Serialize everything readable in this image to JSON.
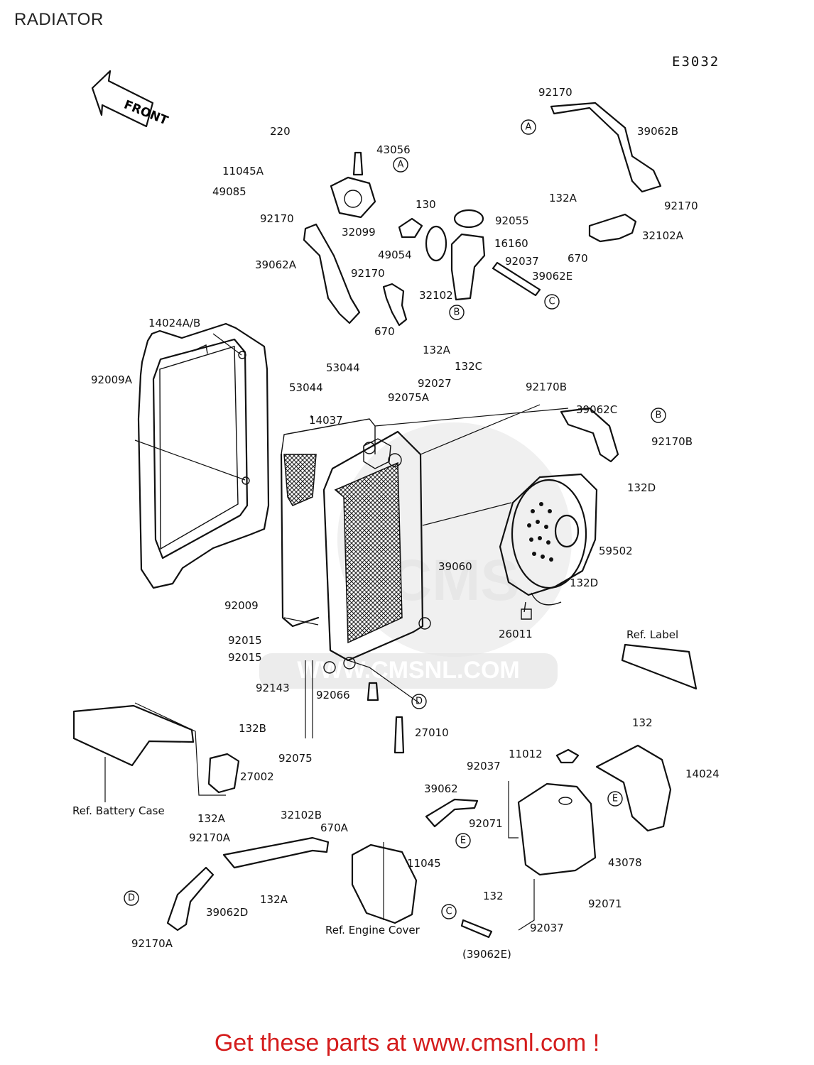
{
  "header": {
    "title": "RADIATOR",
    "code": "E3032",
    "front_label": "FRONT"
  },
  "watermark": {
    "text": "WWW.CMSNL.COM",
    "logo": "CMS"
  },
  "part_labels": [
    "92170",
    "39062B",
    "220",
    "43056",
    "11045A",
    "130",
    "92055",
    "49085",
    "132A",
    "92170",
    "92170",
    "32099",
    "49054",
    "16160",
    "32102A",
    "39062A",
    "92037",
    "670",
    "92170",
    "39062E",
    "32102",
    "670",
    "132A",
    "14024A/B",
    "53044",
    "132C",
    "92009A",
    "53044",
    "92027",
    "92075A",
    "92170B",
    "39062C",
    "14037",
    "92170B",
    "132D",
    "59502",
    "39060",
    "132D",
    "92009",
    "26011",
    "92015",
    "92015",
    "92143",
    "92066",
    "132B",
    "27010",
    "92075",
    "132",
    "11012",
    "27002",
    "92037",
    "14024",
    "39062",
    "32102B",
    "132A",
    "670A",
    "92071",
    "92170A",
    "43078",
    "11045",
    "132A",
    "132",
    "92071",
    "39062D",
    "92037",
    "92170A",
    "(39062E)"
  ],
  "callouts": [
    "A",
    "A",
    "B",
    "B",
    "C",
    "C",
    "D",
    "D",
    "E",
    "E"
  ],
  "references": {
    "label": "Ref. Label",
    "battery_case": "Ref. Battery Case",
    "engine_cover": "Ref. Engine Cover"
  },
  "footer": {
    "promo": "Get these parts at www.cmsnl.com !",
    "promo_color": "#d41c1c"
  }
}
